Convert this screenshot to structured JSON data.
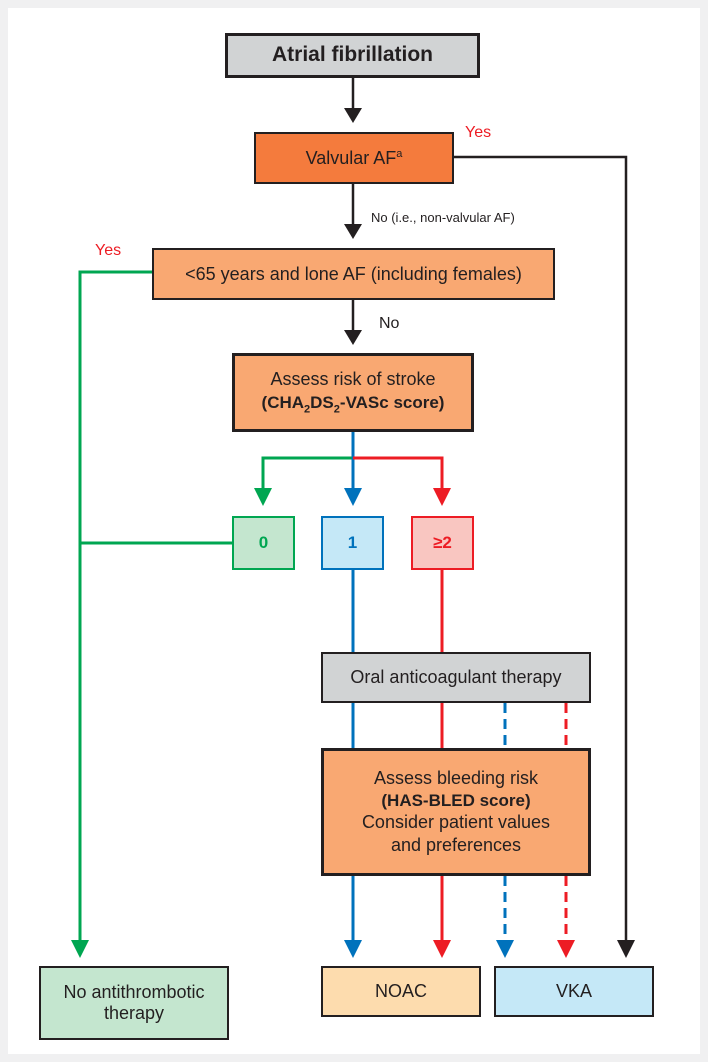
{
  "boxes": {
    "af": "Atrial fibrillation",
    "valvular_main": "Valvular AF",
    "valvular_sup": "a",
    "lone_af": "<65 years and lone AF (including females)",
    "assess_stroke_line1": "Assess risk of stroke",
    "assess_stroke_line2_pre": "(CHA",
    "assess_stroke_sub1": "2",
    "assess_stroke_mid": "DS",
    "assess_stroke_sub2": "2",
    "assess_stroke_post": "-VASc score)",
    "score0": "0",
    "score1": "1",
    "score2": "≥2",
    "oac": "Oral anticoagulant therapy",
    "bleed_line1": "Assess bleeding risk",
    "bleed_line2": "(HAS-BLED score)",
    "bleed_line3": "Consider patient values",
    "bleed_line4": "and preferences",
    "no_antithrombotic_line1": "No antithrombotic",
    "no_antithrombotic_line2": "therapy",
    "noac": "NOAC",
    "vka": "VKA"
  },
  "labels": {
    "yes_valvular": "Yes",
    "no_nonvalvular": "No (i.e., non-valvular AF)",
    "yes_lone": "Yes",
    "no_lone": "No"
  },
  "colors": {
    "black": "#231f20",
    "green": "#00a651",
    "blue": "#0072bc",
    "red": "#ed1c24",
    "grey_fill": "#d1d3d4",
    "orange_dark": "#f47b3d",
    "orange_light": "#f9a872",
    "green_fill": "#c4e6cf",
    "blue_fill": "#c5e8f7",
    "red_fill": "#f9c6c1",
    "noac_fill": "#fddcae",
    "vka_fill": "#c5e8f7"
  }
}
